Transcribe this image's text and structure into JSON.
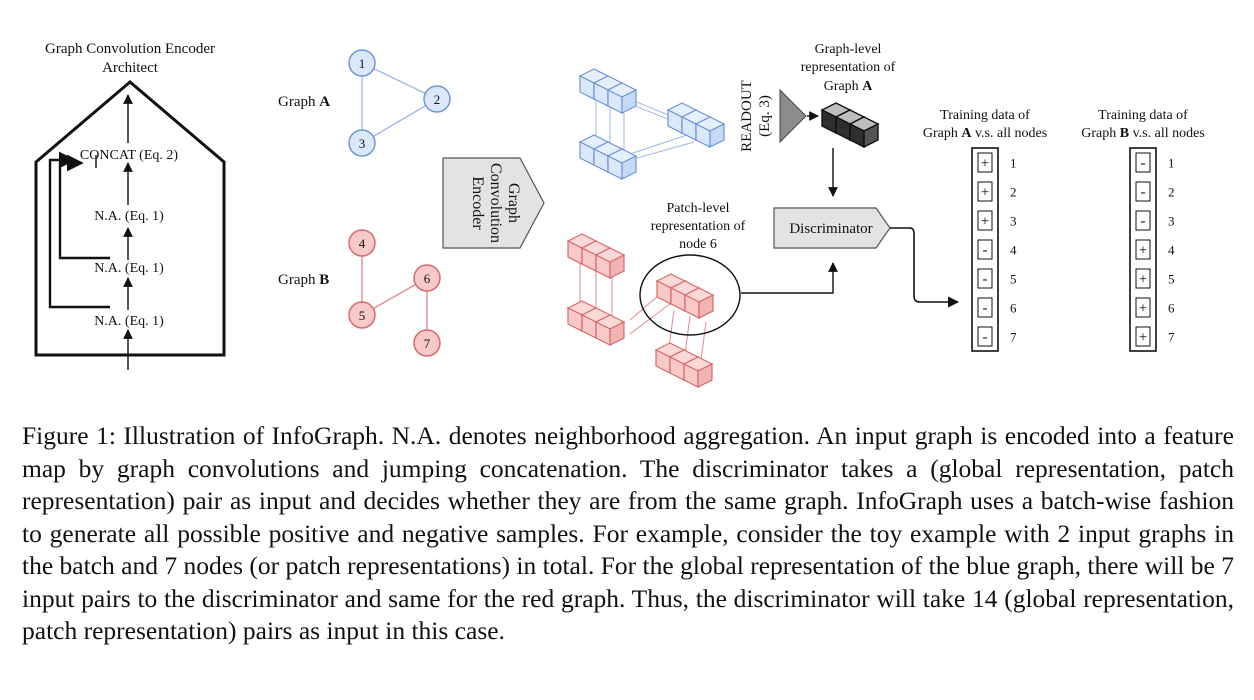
{
  "figure": {
    "encoder_title_1": "Graph Convolution Encoder",
    "encoder_title_2": "Architect",
    "concat_label": "CONCAT (Eq. 2)",
    "na_labels": [
      "N.A. (Eq. 1)",
      "N.A. (Eq. 1)",
      "N.A. (Eq. 1)"
    ],
    "graph_a_prefix": "Graph ",
    "graph_a_letter": "A",
    "graph_b_prefix": "Graph ",
    "graph_b_letter": "B",
    "graph_a_nodes": [
      "1",
      "2",
      "3"
    ],
    "graph_b_nodes": [
      "4",
      "5",
      "6",
      "7"
    ],
    "gce_lines": [
      "Graph",
      "Convolution",
      "Encoder"
    ],
    "readout_lines": [
      "READOUT",
      "(Eq. 3)"
    ],
    "graph_level_line1": "Graph-level",
    "graph_level_line2": "representation of",
    "graph_level_line3_prefix": "Graph ",
    "graph_level_line3_letter": "A",
    "patch_level_lines": [
      "Patch-level",
      "representation of",
      "node 6"
    ],
    "discriminator_label": "Discriminator",
    "training_a_line1": "Training data  of",
    "training_a_line2_prefix": "Graph ",
    "training_a_line2_letter": "A",
    "training_a_line2_suffix": " v.s. all nodes",
    "training_b_line1": "Training data  of",
    "training_b_line2_prefix": "Graph ",
    "training_b_line2_letter": "B",
    "training_b_line2_suffix": " v.s. all nodes",
    "training_a_signs": [
      "+",
      "+",
      "+",
      "-",
      "-",
      "-",
      "-"
    ],
    "training_b_signs": [
      "-",
      "-",
      "-",
      "+",
      "+",
      "+",
      "+"
    ],
    "row_numbers": [
      "1",
      "2",
      "3",
      "4",
      "5",
      "6",
      "7"
    ],
    "colors": {
      "blue_fill": "#dbe8fb",
      "blue_stroke": "#6f97d4",
      "red_fill": "#f8c9c9",
      "red_stroke": "#d86a6a",
      "cube_gray": "#3a3a3a",
      "box_gray": "#e3e3e3"
    }
  },
  "caption": "Figure 1: Illustration of InfoGraph. N.A. denotes neighborhood aggregation. An input graph is encoded into a feature map by graph convolutions and jumping concatenation. The discriminator takes a (global representation, patch representation) pair as input and decides whether they are from the same graph. InfoGraph uses a batch-wise fashion to generate all possible positive and negative samples. For example, consider the toy example with 2 input graphs in the batch and 7 nodes (or patch representations) in total. For the global representation of the blue graph, there will be 7 input pairs to the discriminator and same for the red graph. Thus, the discriminator will take 14 (global representation, patch representation) pairs as input in this case."
}
